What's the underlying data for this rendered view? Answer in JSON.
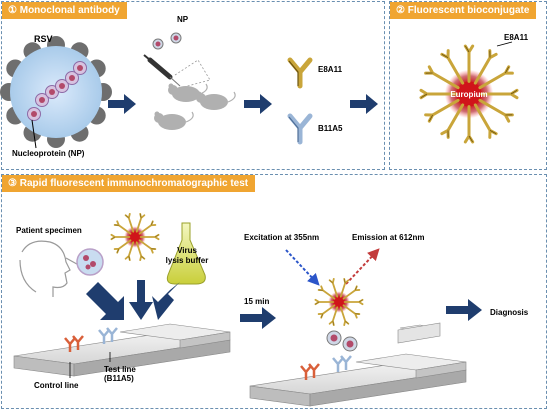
{
  "panels": {
    "p1": {
      "tag": "① Monoclonal antibody"
    },
    "p2": {
      "tag": "② Fluorescent bioconjugate"
    },
    "p3": {
      "tag": "③ Rapid fluorescent immunochromatographic test"
    }
  },
  "labels": {
    "rsv": "RSV",
    "nucleoprotein": "Nucleoprotein (NP)",
    "np": "NP",
    "ab1": "E8A11",
    "ab2": "B11A5",
    "conj_ab": "E8A11",
    "europium": "Europium",
    "patient": "Patient specimen",
    "lysis1": "Virus",
    "lysis2": "lysis buffer",
    "min": "15 min",
    "excitation": "Excitation at 355nm",
    "emission": "Emission at 612nm",
    "diagnosis": "Diagnosis",
    "control_line": "Control line",
    "test_line1": "Test line",
    "test_line2": "(B11A5)"
  },
  "colors": {
    "orange": "#f0a531",
    "navy": "#1f3d6e",
    "gold": "#c9a53a",
    "blue_ab": "#9ab5d6",
    "red_ab": "#d9603a",
    "europium": "#d0141a",
    "virus": "#b7d4ef",
    "spike": "#6e6e6e"
  }
}
